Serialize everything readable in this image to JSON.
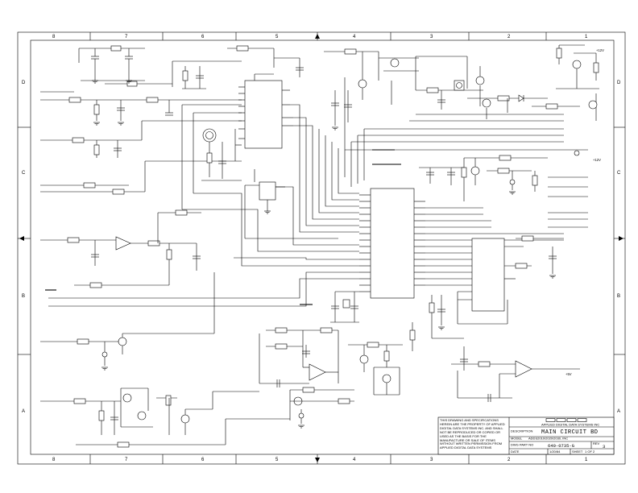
{
  "border": {
    "columns_top": [
      "8",
      "7",
      "6",
      "5",
      "4",
      "3",
      "2",
      "1"
    ],
    "columns_bottom": [
      "8",
      "7",
      "6",
      "5",
      "4",
      "3",
      "2",
      "1"
    ],
    "rows_left": [
      "D",
      "C",
      "B",
      "A"
    ],
    "rows_right": [
      "D",
      "C",
      "B",
      "A"
    ]
  },
  "power_labels": {
    "plus_5v": "+5V",
    "plus_12v": "+12V",
    "gnd": "GND"
  },
  "title_block": {
    "notice": "THIS DRAWING AND SPECIFICATIONS HEREIN ARE THE PROPERTY OF APPLIED DIGITAL DATA SYSTEMS INC. AND SHALL NOT BE REPRODUCED OR COPIED OR USED AS THE BASIS FOR THE MANUFACTURE OR SALE OF ITEMS WITHOUT WRITTEN PERMISSION FROM APPLIED DIGITAL DATA SYSTEMS",
    "company": "APPLIED DIGITAL DATA SYSTEMS INC",
    "title_label": "DESCRIPTION",
    "title": "MAIN CIRCUIT BD",
    "model_label": "MODEL",
    "model": "ADDS2010/2020/2030, INC",
    "drawing_label": "DWG PART NO",
    "drawing_number": "640-0735-G",
    "rev_label": "REV",
    "rev": "3",
    "date_label": "DATE",
    "date": "1/20/84",
    "sheet_label": "SHEET",
    "sheet": "1 OF 2"
  }
}
